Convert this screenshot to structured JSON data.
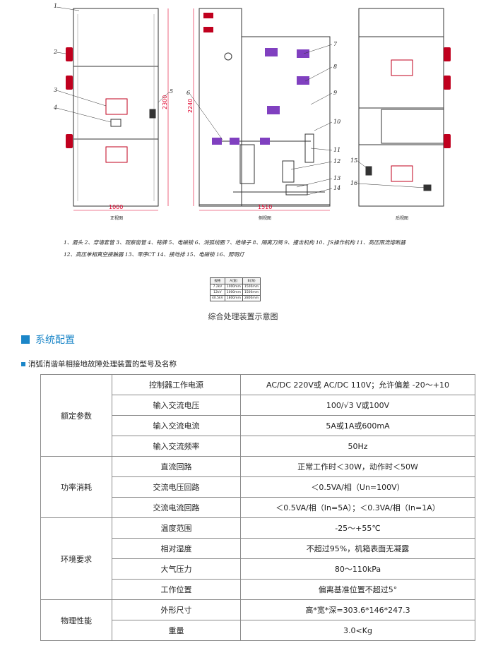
{
  "drawing": {
    "dims": {
      "front_height": "2300",
      "front_width": "1000",
      "side_height": "2240",
      "side_width": "1510"
    },
    "view_labels": {
      "front": "正视图",
      "side": "侧视图",
      "back": "后视图"
    },
    "callouts": [
      "1",
      "2",
      "3",
      "4",
      "5",
      "6",
      "7",
      "8",
      "9",
      "10",
      "11",
      "12",
      "13",
      "14",
      "15",
      "16"
    ]
  },
  "legend": {
    "line1": "1、眉头 2、穿墙套管 3、观察窗管 4、铭牌 5、电磁锁 6、消弧线圈 7、绝缘子 8、隔离刀闸 9、撞击机构 10、JS操作机构 11、高压限流熔断器",
    "line2": "12、高压单相真空接触器 13、零序CT 14、接地排 15、电磁锁 16、照明灯"
  },
  "mini_table": {
    "headers": [
      "规格",
      "A(宽)",
      "B(深)"
    ],
    "rows": [
      [
        "7.2kV",
        "1000mm",
        "1500mm"
      ],
      [
        "12kV",
        "1000mm",
        "1500mm"
      ],
      [
        "40.5kV",
        "1800mm",
        "2800mm"
      ]
    ]
  },
  "caption": "综合处理装置示意图",
  "section_title": "系统配置",
  "sub_title": "消弧消谐单相接地故障处理装置的型号及名称",
  "spec_table": {
    "groups": [
      {
        "name": "额定参数",
        "rows": [
          [
            "控制器工作电源",
            "AC/DC 220V或 AC/DC 110V；允许偏差 -20～+10"
          ],
          [
            "输入交流电压",
            "100/√3 V或100V"
          ],
          [
            "输入交流电流",
            "5A或1A或600mA"
          ],
          [
            "输入交流频率",
            "50Hz"
          ]
        ]
      },
      {
        "name": "功率消耗",
        "rows": [
          [
            "直流回路",
            "正常工作时＜30W，动作时＜50W"
          ],
          [
            "交流电压回路",
            "＜0.5VA/相（Un=100V）"
          ],
          [
            "交流电流回路",
            "＜0.5VA/相（In=5A）；＜0.3VA/相（In=1A）"
          ]
        ]
      },
      {
        "name": "环境要求",
        "rows": [
          [
            "温度范围",
            "-25～+55℃"
          ],
          [
            "相对湿度",
            "不超过95%，机箱表面无凝露"
          ],
          [
            "大气压力",
            "80～110kPa"
          ],
          [
            "工作位置",
            "偏离基准位置不超过5°"
          ]
        ]
      },
      {
        "name": "物理性能",
        "rows": [
          [
            "外形尺寸",
            "高*宽*深=303.6*146*247.3"
          ],
          [
            "重量",
            "3.0<Kg"
          ]
        ]
      }
    ]
  },
  "colors": {
    "accent": "#1b86c8",
    "dimension": "#e0002a",
    "bushing": "#c0001e"
  }
}
